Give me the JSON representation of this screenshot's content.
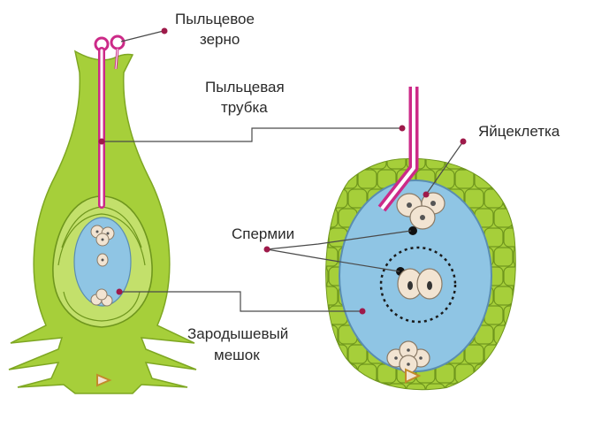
{
  "labels": {
    "pollen_grain": [
      "Пыльцевое",
      "зерно"
    ],
    "pollen_tube": [
      "Пыльцевая",
      "трубка"
    ],
    "egg_cell": "Яйцеклетка",
    "sperm": "Спермии",
    "embryo_sac": [
      "Зародышевый",
      "мешок"
    ]
  },
  "colors": {
    "pistil_green": "#a6cf3a",
    "pistil_outline": "#7ea722",
    "tube_magenta": "#cc2a88",
    "sac_blue": "#8fc5e4",
    "cell_green": "#a6cf3a",
    "egg_beige": "#f2e4d2",
    "pointer_line": "#4a4a4a",
    "pointer_dot": "#9e1a4a"
  }
}
